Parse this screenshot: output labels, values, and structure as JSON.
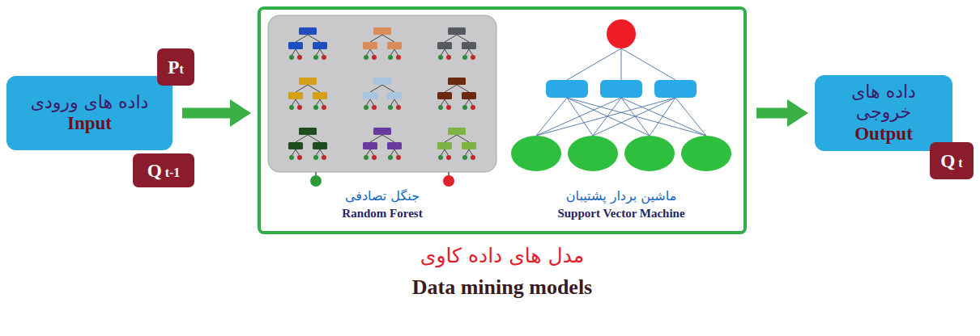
{
  "diagram": {
    "nodes": [
      {
        "text": [
          "داده های ورودی",
          "Input"
        ]
      },
      {
        "text": [
          "Pt"
        ]
      },
      {
        "text": [
          "Q t-1"
        ]
      },
      {
        "text": [
          "مدل های داده کاوی",
          "Data mining models"
        ]
      },
      {
        "text": [
          "جنگل تصادفی",
          "Random Forest"
        ],
        "in": 3
      },
      {
        "text": [
          "ماشین بردار پشتیبان",
          "Support Vector Machine"
        ],
        "in": 3
      },
      {
        "text": [
          "داده های خروجی",
          "Output"
        ]
      },
      {
        "text": [
          "Q t"
        ]
      }
    ],
    "edges": [
      {
        "from": 0,
        "to": 3,
        "arrow": "to"
      },
      {
        "from": 3,
        "to": 6,
        "arrow": "to"
      }
    ]
  }
}
